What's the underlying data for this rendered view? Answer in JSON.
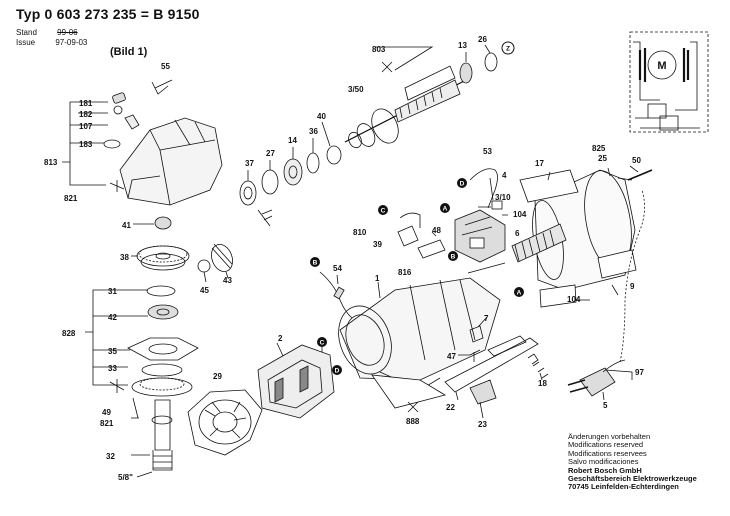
{
  "header": {
    "type_line": "Typ 0 603 273 235 = B 9150",
    "stand_label": "Stand",
    "stand_value": "99-06",
    "issue_label": "Issue",
    "issue_value": "97-09-03",
    "bild": "(Bild 1)"
  },
  "part_labels": {
    "p55": "55",
    "p181": "181",
    "p182": "182",
    "p107": "107",
    "p183": "183",
    "p813": "813",
    "p821a": "821",
    "p41": "41",
    "p38": "38",
    "p45": "45",
    "p43": "43",
    "p37": "37",
    "p27": "27",
    "p14": "14",
    "p36": "36",
    "p40": "40",
    "p803": "803",
    "p350": "3/50",
    "p13": "13",
    "p26": "26",
    "p31": "31",
    "p42": "42",
    "p35": "35",
    "p33": "33",
    "p828": "828",
    "p49": "49",
    "p821b": "821",
    "p32": "32",
    "p58": "5/8\"",
    "p29": "29",
    "p2": "2",
    "p54": "54",
    "p1": "1",
    "p53": "53",
    "p4": "4",
    "p310": "3/10",
    "p104a": "104",
    "p6": "6",
    "p810": "810",
    "p39": "39",
    "p48": "48",
    "p816": "816",
    "p17": "17",
    "p825": "825",
    "p25": "25",
    "p50": "50",
    "p9": "9",
    "p104b": "104",
    "p7": "7",
    "p47": "47",
    "p18": "18",
    "p22": "22",
    "p23": "23",
    "p888": "888",
    "p97": "97",
    "p5": "5"
  },
  "connectors": {
    "a": "A",
    "b": "B",
    "c": "C",
    "d": "D",
    "z": "Z",
    "m": "M"
  },
  "footer": {
    "line1": "Änderungen vorbehalten",
    "line2": "Modifications reserved",
    "line3": "Modifications reservees",
    "line4": "Salvo modificaciones",
    "line5": "Robert Bosch GmbH",
    "line6": "Geschäftsbereich Elektrowerkzeuge",
    "line7": "70745 Leinfelden-Echterdingen"
  }
}
